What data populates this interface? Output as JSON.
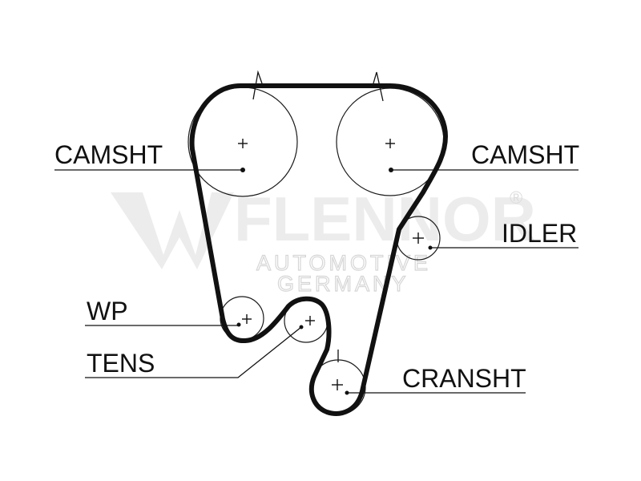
{
  "watermark": {
    "brand": "FLENNOR",
    "registered": "®",
    "line1": "AUTOMOTIVE",
    "line2": "GERMANY"
  },
  "labels": {
    "camshaft_left": "CAMSHT",
    "camshaft_right": "CAMSHT",
    "idler": "IDLER",
    "water_pump": "WP",
    "tensioner": "TENS",
    "crankshaft": "CRANSHT"
  }
}
